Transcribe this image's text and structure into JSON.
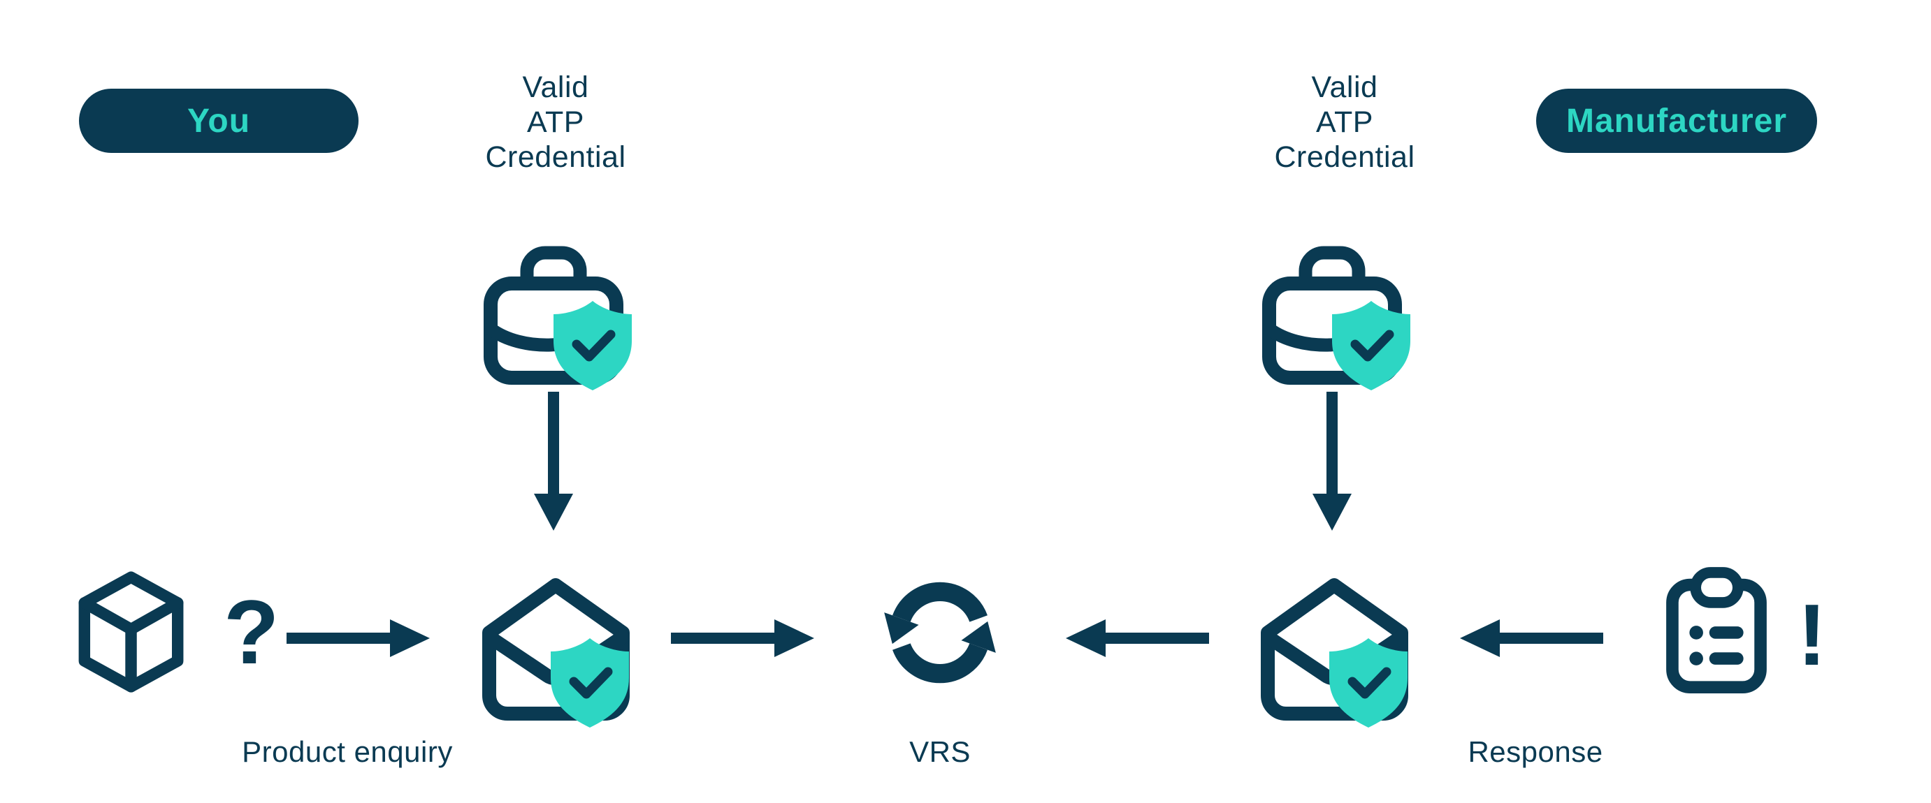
{
  "colors": {
    "navy": "#0A3A52",
    "teal": "#2DD6C3",
    "background": "#FFFFFF"
  },
  "actors": {
    "you": {
      "label": "You"
    },
    "manufacturer": {
      "label": "Manufacturer"
    }
  },
  "credentials": {
    "left": {
      "lines": [
        "Valid",
        "ATP",
        "Credential"
      ]
    },
    "right": {
      "lines": [
        "Valid",
        "ATP",
        "Credential"
      ]
    }
  },
  "flow": {
    "product": {
      "symbol": "?",
      "label": "Product enquiry"
    },
    "vrs": {
      "label": "VRS"
    },
    "response": {
      "symbol": "!",
      "label": "Response"
    }
  },
  "icons": {
    "briefcase": "briefcase-credential-icon",
    "shield": "shield-check-icon",
    "envelope": "open-envelope-icon",
    "cube": "package-cube-icon",
    "sync": "sync-arrows-icon",
    "clipboard": "clipboard-list-icon"
  }
}
